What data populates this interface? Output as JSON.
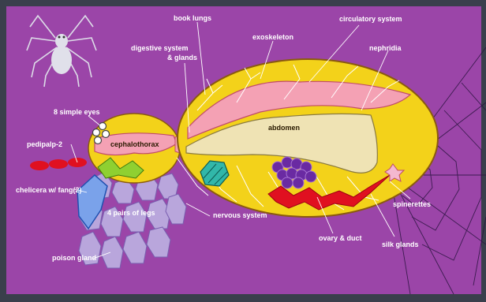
{
  "colors": {
    "frame": "#3a3f4c",
    "background": "#9b45a8",
    "body_fill": "#f3d21a",
    "body_edge": "#8a5a10",
    "gut": "#efe3b4",
    "heart": "#f4a1b4",
    "silk": "#e01020",
    "nerve": "#ffffff",
    "legs": "#b9a6dc",
    "ovary": "#6a2aa2",
    "book_lung": "#31b7a9",
    "pedipalp": "#e01020"
  },
  "labels": {
    "book_lungs": "book lungs",
    "circulatory_system": "circulatory system",
    "digestive_line1": "digestive system",
    "digestive_line2": "& glands",
    "exoskeleton": "exoskeleton",
    "nephridia": "nephridia",
    "simple_eyes": "8 simple eyes",
    "pedipalp": "pedipalp-2",
    "cephalothorax": "cephalothorax",
    "abdomen": "abdomen",
    "chelicera": "chelicera w/ fang(2)",
    "legs": "4 pairs of legs",
    "nervous_system": "nervous system",
    "spinnerettes": "spinerettes",
    "poison_gland": "poison gland",
    "ovary": "ovary & duct",
    "silk_glands": "silk glands"
  }
}
